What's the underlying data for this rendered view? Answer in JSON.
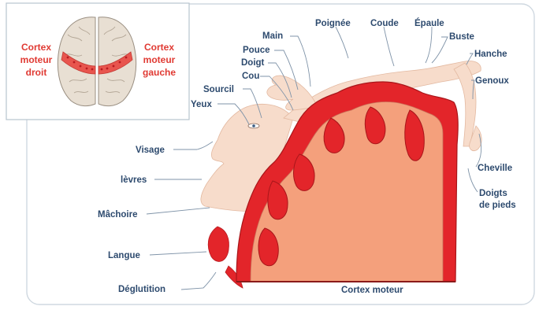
{
  "inset": {
    "left_label": [
      "Cortex",
      "moteur",
      "droit"
    ],
    "right_label": [
      "Cortex",
      "moteur",
      "gauche"
    ]
  },
  "labels": {
    "poignee": "Poignée",
    "coude": "Coude",
    "epaule": "Épaule",
    "main": "Main",
    "buste": "Buste",
    "pouce": "Pouce",
    "hanche": "Hanche",
    "doigt": "Doigt",
    "cou": "Cou",
    "genoux": "Genoux",
    "sourcil": "Sourcil",
    "yeux": "Yeux",
    "visage": "Visage",
    "levres": "lèvres",
    "machoire": "Mâchoire",
    "langue": "Langue",
    "deglutition": "Déglutition",
    "cheville": "Cheville",
    "doigts_pieds": [
      "Doigts",
      "de pieds"
    ],
    "cortex_moteur": "Cortex moteur"
  },
  "colors": {
    "label": "#2d4a6e",
    "accent_red": "#e03a33",
    "cortex_red": "#e3252a",
    "cortex_inner": "#f4a07c",
    "skin": "#f7dccb",
    "frame": "#cfd8e0"
  }
}
